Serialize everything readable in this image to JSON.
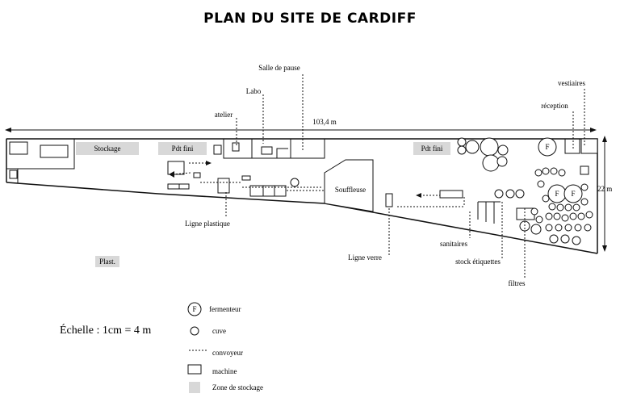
{
  "title": "PLAN DU SITE DE CARDIFF",
  "dimensions": {
    "length": "103,4 m",
    "width": "22 m"
  },
  "zones": {
    "stockage": "Stockage",
    "pdt_fini_left": "Pdt fini",
    "pdt_fini_right": "Pdt fini",
    "plast": "Plast."
  },
  "labels": {
    "salle_de_pause": "Salle de pause",
    "labo": "Labo",
    "atelier": "atelier",
    "vestiaires": "vestiaires",
    "reception": "réception",
    "souffleuse": "Souffleuse",
    "ligne_plastique": "Ligne  plastique",
    "ligne_verre": "Ligne verre",
    "sanitaires": "sanitaires",
    "stock_etiquettes": "stock étiquettes",
    "filtres": "filtres",
    "fermenteur_mark": "F"
  },
  "scale": "Échelle : 1cm = 4 m",
  "legend": [
    {
      "symbol": "fermenteur-icon",
      "label": "fermenteur"
    },
    {
      "symbol": "cuve-icon",
      "label": "cuve"
    },
    {
      "symbol": "convoyeur-icon",
      "label": "convoyeur"
    },
    {
      "symbol": "machine-icon",
      "label": "machine"
    },
    {
      "symbol": "zone-stockage-icon",
      "label": "Zone de stockage"
    }
  ],
  "colors": {
    "zone": "#d8d8d8",
    "line": "#111111"
  }
}
